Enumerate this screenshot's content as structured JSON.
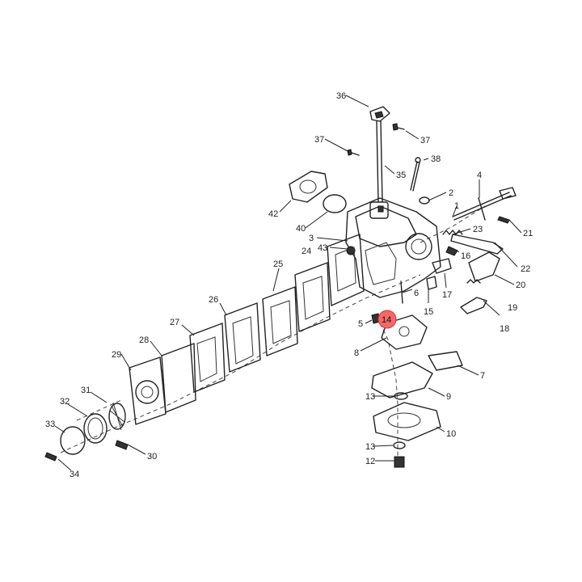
{
  "diagram": {
    "highlight_color": "#f26a6a",
    "highlighted_label": "14",
    "labels": [
      "1",
      "2",
      "3",
      "4",
      "5",
      "6",
      "7",
      "8",
      "9",
      "10",
      "12",
      "13",
      "13",
      "14",
      "15",
      "16",
      "17",
      "18",
      "19",
      "20",
      "21",
      "22",
      "23",
      "24",
      "25",
      "26",
      "27",
      "28",
      "29",
      "30",
      "31",
      "32",
      "33",
      "34",
      "35",
      "36",
      "37",
      "37",
      "38",
      "40",
      "42",
      "43"
    ]
  }
}
